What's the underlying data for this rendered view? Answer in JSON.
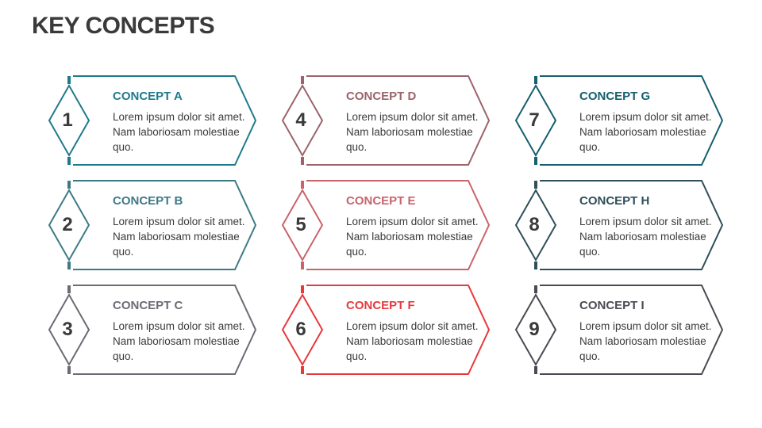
{
  "title": "KEY CONCEPTS",
  "concepts": [
    {
      "number": "1",
      "heading": "CONCEPT A",
      "text": "Lorem ipsum dolor sit amet. Nam laboriosam molestiae quo.",
      "color": "#1f7a8c"
    },
    {
      "number": "2",
      "heading": "CONCEPT B",
      "text": "Lorem ipsum dolor sit amet. Nam laboriosam molestiae quo.",
      "color": "#3d7a85"
    },
    {
      "number": "3",
      "heading": "CONCEPT C",
      "text": "Lorem ipsum dolor sit amet. Nam laboriosam molestiae quo.",
      "color": "#6b6b75"
    },
    {
      "number": "4",
      "heading": "CONCEPT D",
      "text": "Lorem ipsum dolor sit amet. Nam laboriosam molestiae quo.",
      "color": "#9c636b"
    },
    {
      "number": "5",
      "heading": "CONCEPT E",
      "text": "Lorem ipsum dolor sit amet. Nam laboriosam molestiae quo.",
      "color": "#c9646b"
    },
    {
      "number": "6",
      "heading": "CONCEPT F",
      "text": "Lorem ipsum dolor sit amet. Nam laboriosam molestiae quo.",
      "color": "#e8393c"
    },
    {
      "number": "7",
      "heading": "CONCEPT G",
      "text": "Lorem ipsum dolor sit amet. Nam laboriosam molestiae quo.",
      "color": "#155f6e"
    },
    {
      "number": "8",
      "heading": "CONCEPT H",
      "text": "Lorem ipsum dolor sit amet. Nam laboriosam molestiae quo.",
      "color": "#2f4f5a"
    },
    {
      "number": "9",
      "heading": "CONCEPT I",
      "text": "Lorem ipsum dolor sit amet. Nam laboriosam molestiae quo.",
      "color": "#4a4a52"
    }
  ]
}
